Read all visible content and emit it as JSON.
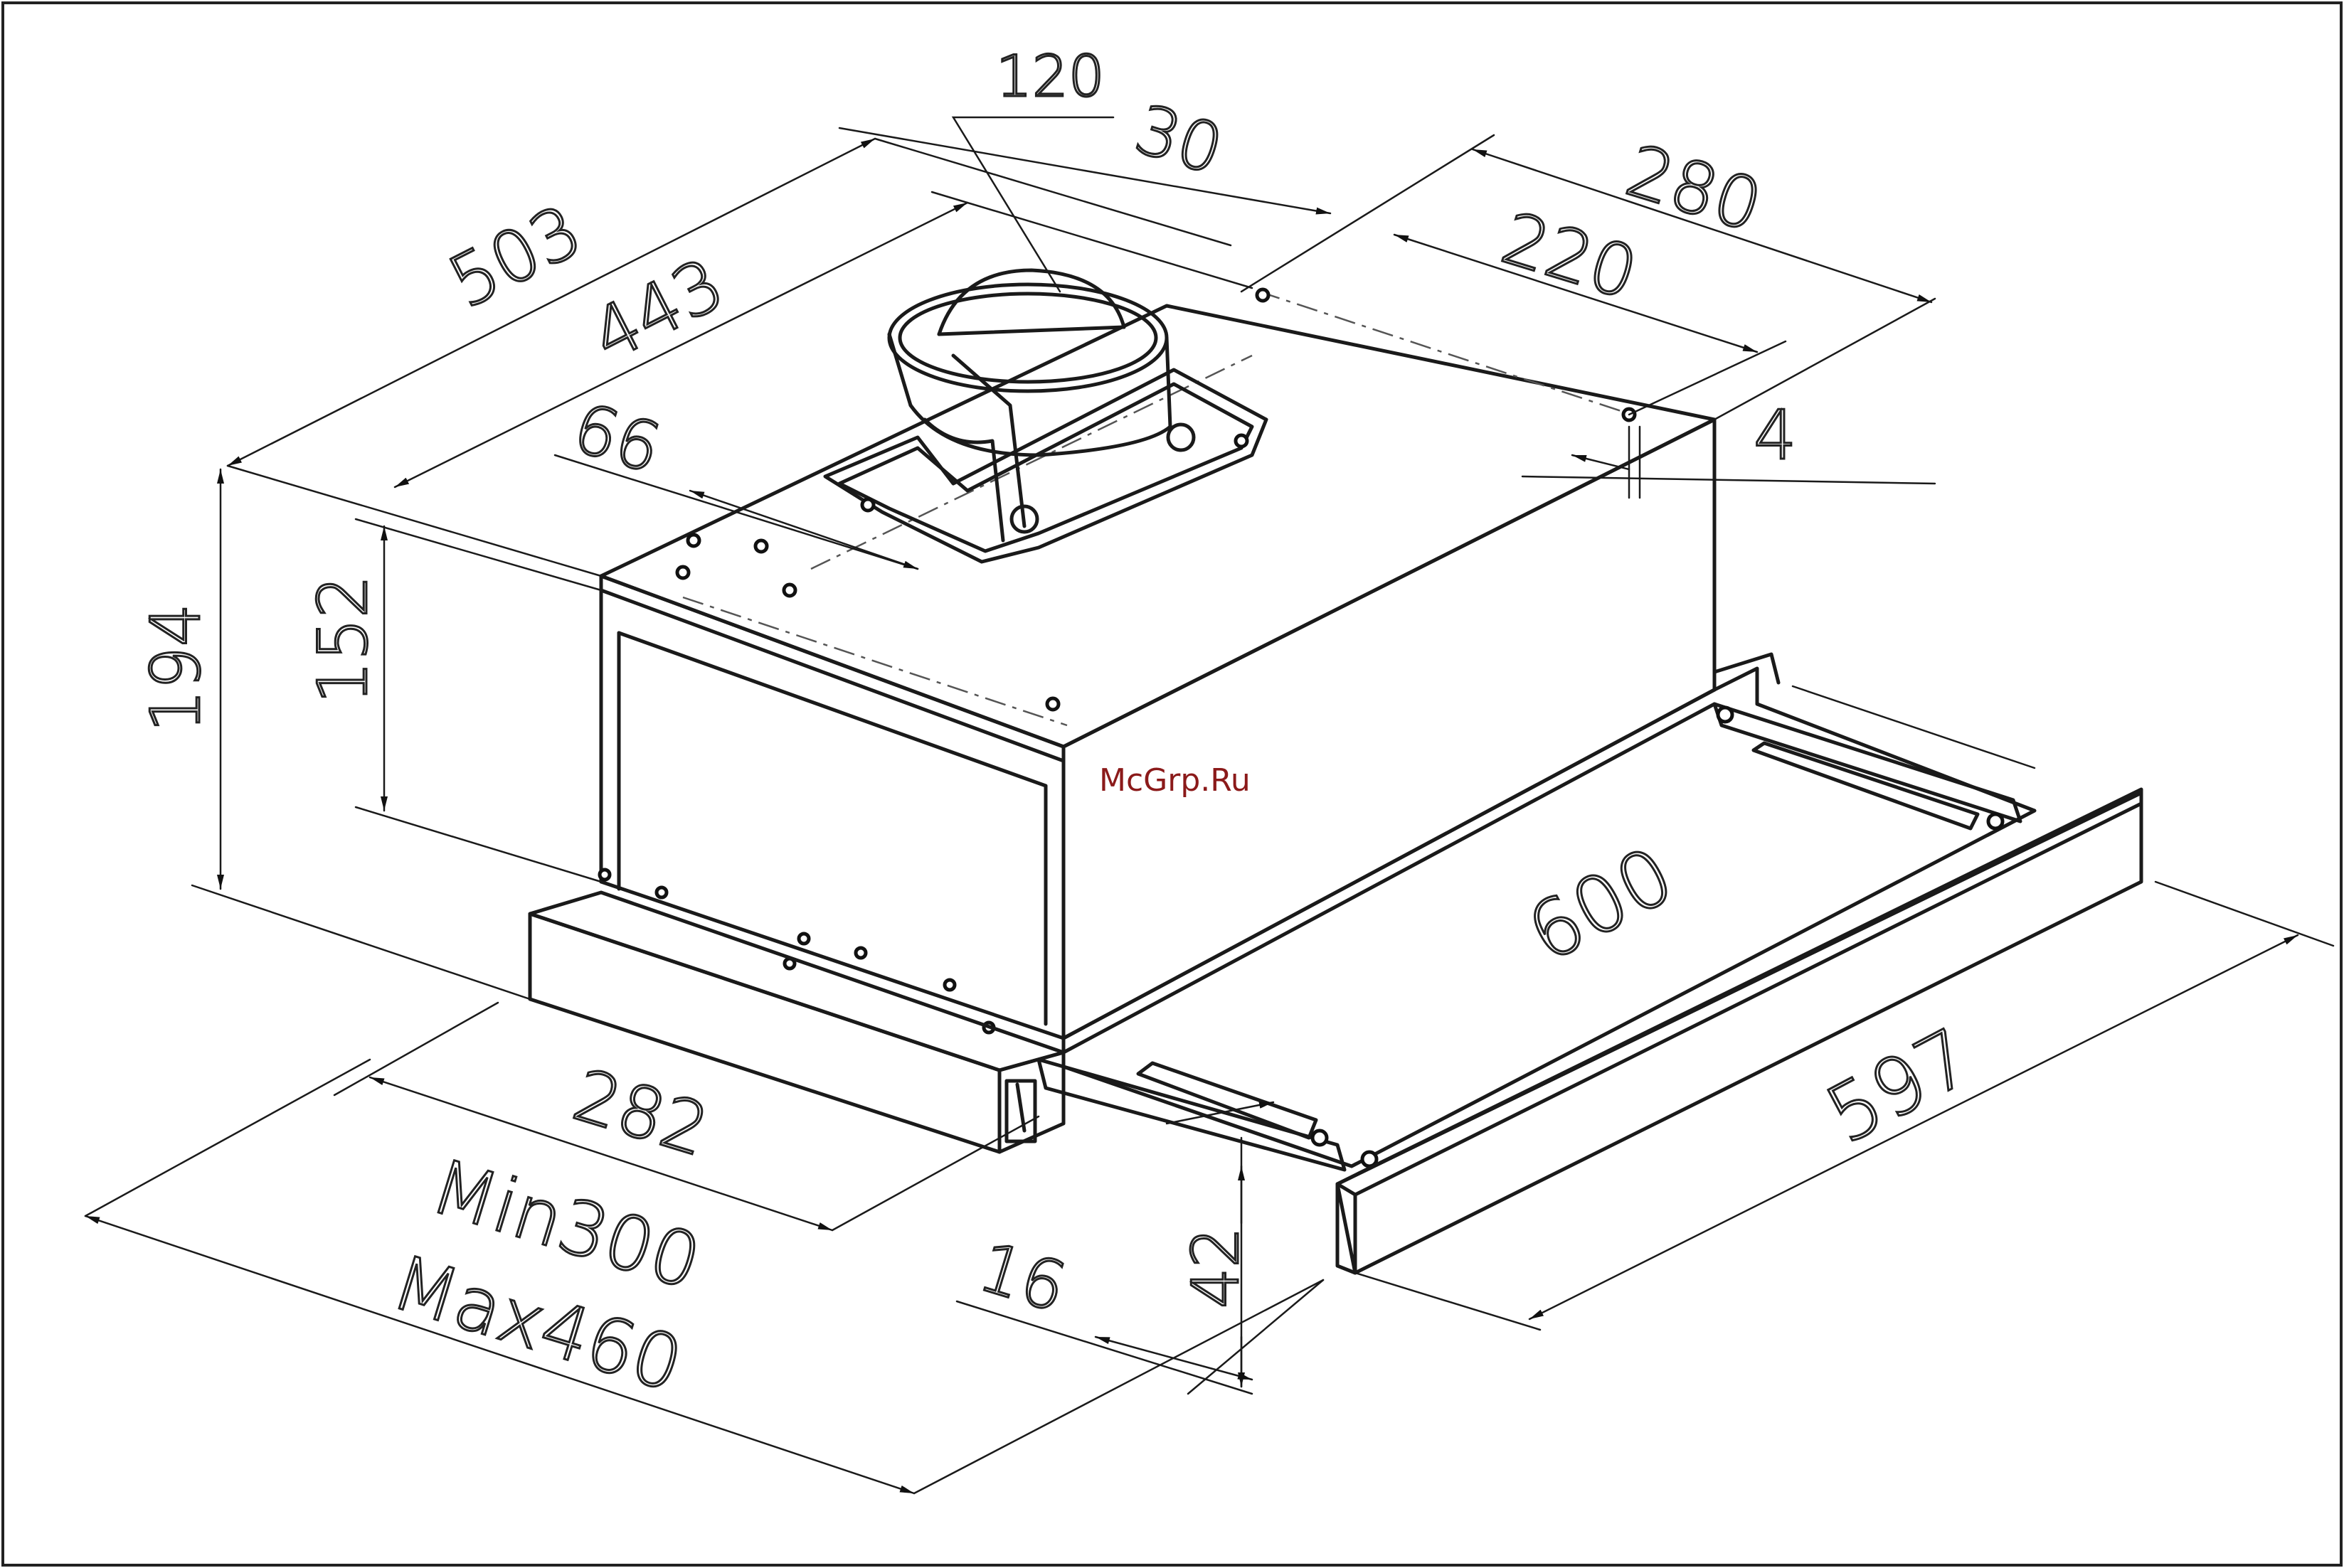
{
  "watermark": "McGrp.Ru",
  "dimensions": {
    "duct_diameter": "120",
    "offset_30": "30",
    "depth_503": "503",
    "depth_443": "443",
    "offset_66": "66",
    "width_280": "280",
    "width_220": "220",
    "thickness_4": "4",
    "height_194": "194",
    "height_152": "152",
    "width_600": "600",
    "width_597": "597",
    "depth_282": "282",
    "extension_min": "Min300",
    "extension_max": "Max460",
    "offset_16": "16",
    "height_42": "42"
  }
}
